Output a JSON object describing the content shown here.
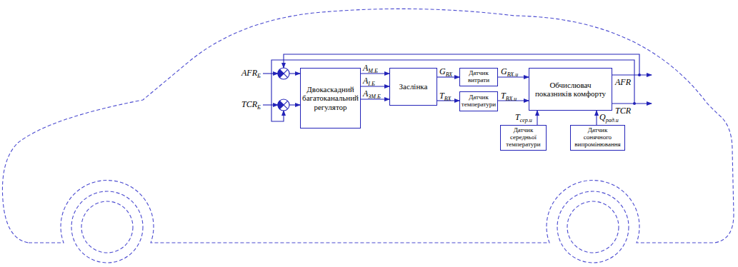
{
  "diagram": {
    "nodes": [
      {
        "text": [
          "Двокаскадний багатоканальний регулятор"
        ]
      },
      {
        "text": [
          "Заслінка"
        ]
      },
      {
        "text": [
          "Датчик витрати"
        ]
      },
      {
        "text": [
          "Датчик температури"
        ]
      },
      {
        "text": [
          "Обчислювач показників комфорту"
        ]
      },
      {
        "text": [
          "Датчик середньої температури"
        ]
      },
      {
        "text": [
          "Датчик сонячного випромінювання"
        ]
      }
    ],
    "edges": [
      {
        "from": 0,
        "to": 1,
        "arrow": "to"
      },
      {
        "from": 0,
        "to": 1,
        "arrow": "to"
      },
      {
        "from": 0,
        "to": 1,
        "arrow": "to"
      },
      {
        "from": 1,
        "to": 2,
        "arrow": "to"
      },
      {
        "from": 1,
        "to": 3,
        "arrow": "to"
      },
      {
        "from": 2,
        "to": 4,
        "arrow": "to"
      },
      {
        "from": 3,
        "to": 4,
        "arrow": "to"
      },
      {
        "from": 5,
        "to": 4,
        "arrow": "to"
      },
      {
        "from": 6,
        "to": 4,
        "arrow": "to"
      }
    ],
    "labels": [
      "AFR",
      "Б",
      "TCR",
      "Б",
      "A",
      "М.Б",
      "A",
      "І.Б",
      "A",
      "ЗМ.Б",
      "G",
      "ВХ",
      "T",
      "ВХ",
      "G",
      "ВХ.и",
      "T",
      "ВХ.и",
      "T",
      "сер.и",
      "Q",
      "рад.и",
      "AFR",
      "TCR"
    ]
  }
}
